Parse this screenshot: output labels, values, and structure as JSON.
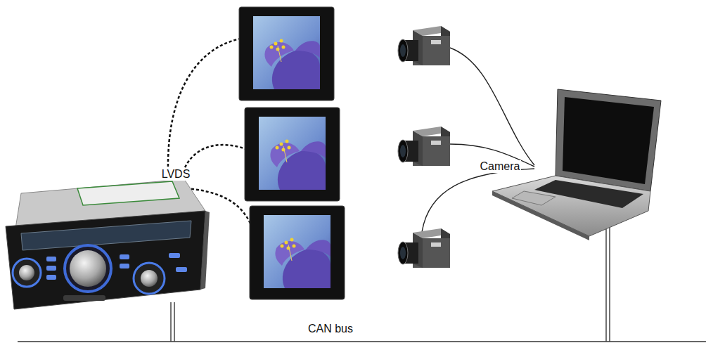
{
  "diagram": {
    "labels": [
      "LVDS",
      "Camera",
      "CAN bus"
    ]
  }
}
